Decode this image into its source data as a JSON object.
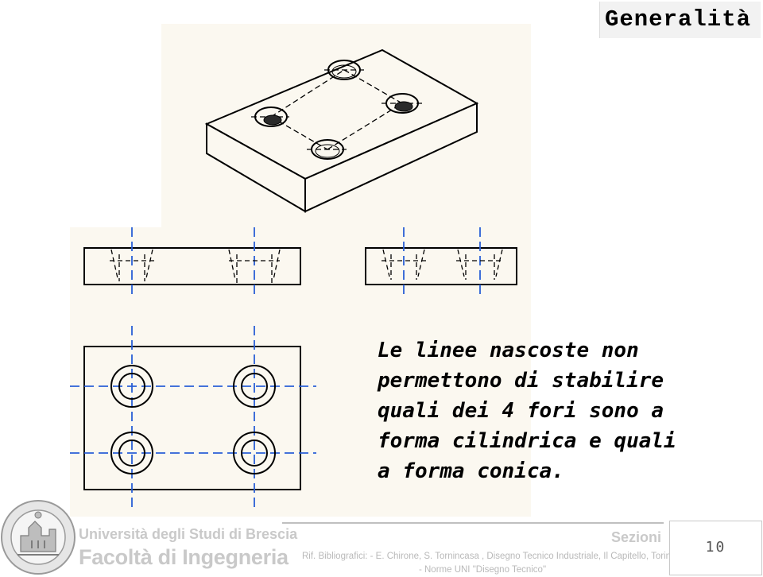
{
  "header": {
    "title": "Generalità"
  },
  "note": {
    "lines": [
      "Le  linee  nascoste  non",
      "permettono  di  stabilire",
      "quali dei 4 fori sono a",
      "forma cilindrica e quali",
      "a forma conica."
    ]
  },
  "footer": {
    "university": "Università degli Studi di Brescia",
    "faculty": "Facoltà di Ingegneria",
    "section": "Sezioni",
    "reference_line1": "Rif. Bibliografici: - E. Chirone, S. Tornincasa , Disegno Tecnico Industriale, Il Capitello, Torino",
    "reference_line2": "- Norme UNI \"Disegno Tecnico\"",
    "page_number": "10"
  },
  "colors": {
    "outline": "#000000",
    "centerline": "#2a5fd6",
    "paper": "#fbf8f0",
    "footer_text": "#c9c9c9"
  }
}
